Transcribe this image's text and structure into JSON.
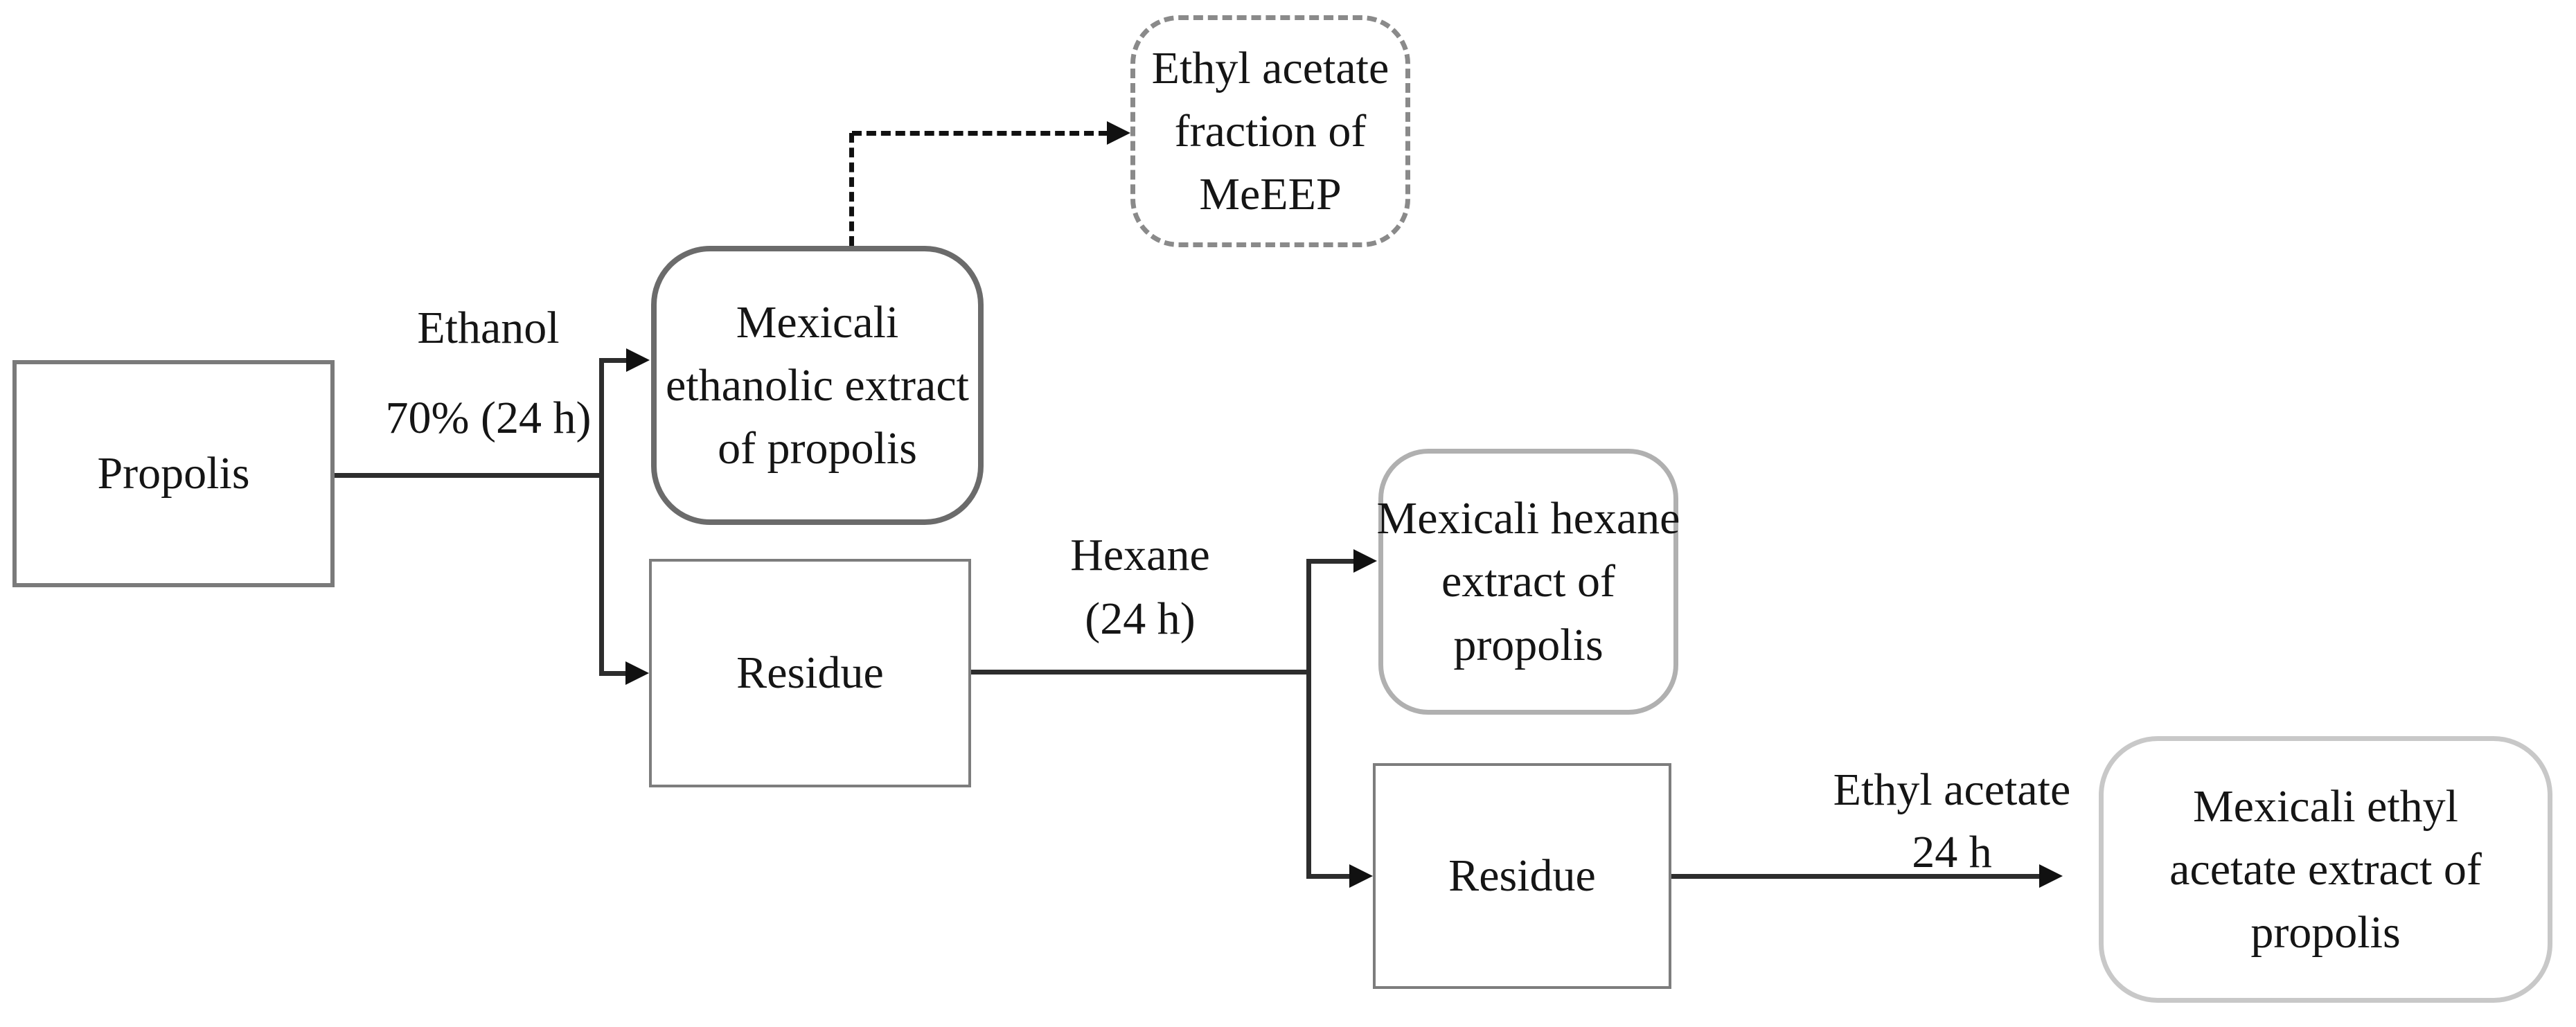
{
  "diagram": {
    "title": "Propolis sequential extraction flowchart",
    "nodes": {
      "propolis": {
        "lines": [
          "Propolis"
        ]
      },
      "ethanolic_extract": {
        "lines": [
          "Mexicali",
          "ethanolic extract",
          "of propolis"
        ]
      },
      "meeep_fraction": {
        "lines": [
          "Ethyl acetate",
          "fraction of",
          "MeEEP"
        ]
      },
      "residue_1": {
        "lines": [
          "Residue"
        ]
      },
      "hexane_extract": {
        "lines": [
          "Mexicali hexane",
          "extract of",
          "propolis"
        ]
      },
      "residue_2": {
        "lines": [
          "Residue"
        ]
      },
      "ethyl_acetate_extract": {
        "lines": [
          "Mexicali ethyl",
          "acetate extract of",
          "propolis"
        ]
      }
    },
    "edge_labels": {
      "ethanol": {
        "lines": [
          "Ethanol",
          "70% (24 h)"
        ]
      },
      "hexane": {
        "lines": [
          "Hexane",
          "(24 h)"
        ]
      },
      "ethyl_acetate": {
        "lines": [
          "Ethyl acetate",
          "24 h"
        ]
      }
    },
    "colors": {
      "background": "#ffffff",
      "text": "#151515",
      "line": "#2d2d2d",
      "arrow": "#111111",
      "dash": "#111111",
      "border_propolis": "#7a7a7a",
      "border_ethanolic": "#6b6b6b",
      "border_meeep": "#8a8a8a",
      "border_residue": "#7d7d7d",
      "border_hexane": "#b0b0b0",
      "border_final": "#c8c8c8"
    }
  }
}
